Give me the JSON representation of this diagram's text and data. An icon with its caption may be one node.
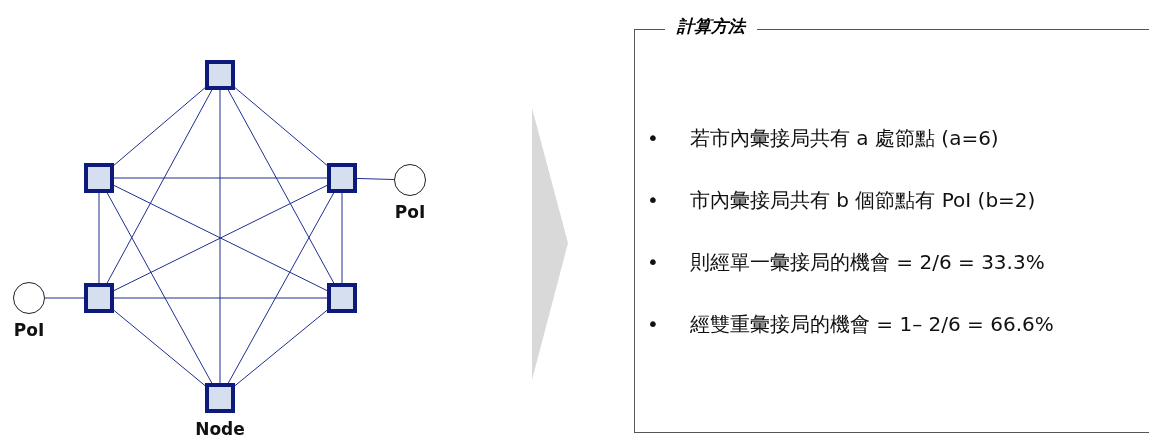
{
  "diagram": {
    "nodes": [
      {
        "text": [],
        "shape": "box"
      },
      {
        "text": [],
        "shape": "box"
      },
      {
        "text": [],
        "shape": "box"
      },
      {
        "text": [],
        "shape": "box"
      },
      {
        "text": [],
        "shape": "box"
      },
      {
        "text": [],
        "shape": "box",
        "beside": [
          "Node"
        ]
      },
      {
        "text": [],
        "shape": "circle",
        "beside": [
          "PoI"
        ]
      },
      {
        "text": [],
        "shape": "circle",
        "beside": [
          "PoI"
        ]
      },
      {
        "text": [
          "計算方法",
          "若市內彙接局共有 a 處節點 (a=6)",
          "市內彙接局共有 b 個節點有 PoI (b=2)",
          "則經單一彙接局的機會 = 2/6 = 33.3%",
          "經雙重彙接局的機會 = 1– 2/6 = 66.6%"
        ]
      }
    ],
    "edges": [
      {
        "from": 0,
        "to": 1,
        "arrow": "none"
      },
      {
        "from": 0,
        "to": 2,
        "arrow": "none"
      },
      {
        "from": 0,
        "to": 3,
        "arrow": "none"
      },
      {
        "from": 0,
        "to": 4,
        "arrow": "none"
      },
      {
        "from": 0,
        "to": 5,
        "arrow": "none"
      },
      {
        "from": 1,
        "to": 2,
        "arrow": "none"
      },
      {
        "from": 1,
        "to": 3,
        "arrow": "none"
      },
      {
        "from": 1,
        "to": 4,
        "arrow": "none"
      },
      {
        "from": 1,
        "to": 5,
        "arrow": "none"
      },
      {
        "from": 2,
        "to": 3,
        "arrow": "none"
      },
      {
        "from": 2,
        "to": 4,
        "arrow": "none"
      },
      {
        "from": 2,
        "to": 5,
        "arrow": "none"
      },
      {
        "from": 3,
        "to": 4,
        "arrow": "none"
      },
      {
        "from": 3,
        "to": 5,
        "arrow": "none"
      },
      {
        "from": 4,
        "to": 5,
        "arrow": "none"
      },
      {
        "from": 2,
        "to": 6,
        "arrow": "none"
      },
      {
        "from": 3,
        "to": 7,
        "arrow": "none"
      }
    ],
    "labels": [
      "•",
      "•",
      "•",
      "•"
    ]
  }
}
